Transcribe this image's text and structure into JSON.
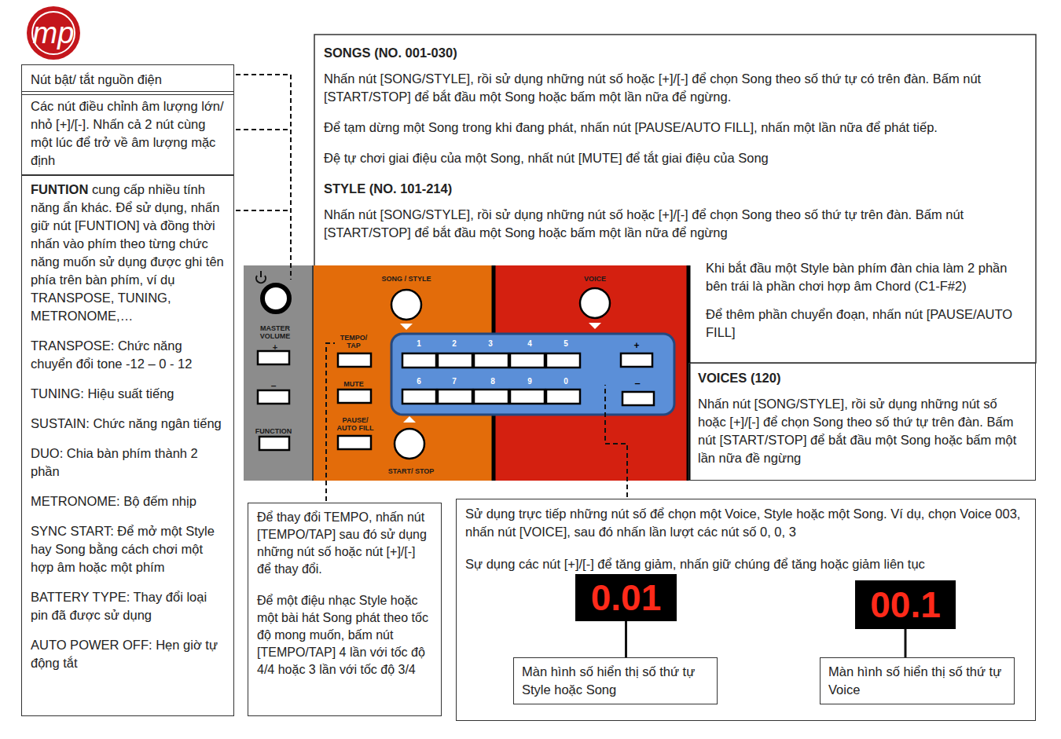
{
  "diagram": {
    "nodes": [
      {
        "text": [
          "Nút bật/ tắt nguồn điện"
        ]
      },
      {
        "text": [
          "Các nút điều chỉnh âm lượng lớn/ nhỏ [+]/[-]. Nhấn cả 2 nút cùng một lúc để trở về âm lượng mặc định"
        ]
      },
      {
        "text": [
          "FUNTION",
          "cung cấp nhiều tính năng ẩn khác. Để sử dụng, nhấn giữ nút [FUNTION] và đồng thời nhấn vào phím theo từng chức năng muốn sử dụng được ghi tên phía trên bàn phím, ví dụ TRANSPOSE, TUNING, METRONOME,…",
          "TRANSPOSE: Chức năng chuyển đổi tone -12 – 0 - 12",
          "TUNING: Hiệu suất tiếng",
          "SUSTAIN: Chức năng ngân tiếng",
          "DUO: Chia bàn phím thành 2 phần",
          "METRONOME: Bộ đếm nhịp",
          "SYNC START: Để mở một Style hay Song bằng cách chơi một hợp âm hoặc một phím",
          "BATTERY TYPE: Thay đổi loại pin đã được sử dụng",
          "AUTO POWER OFF: Hẹn giờ tự động tắt"
        ]
      },
      {
        "text": [
          "SONGS (NO. 001-030)",
          "Nhấn nút [SONG/STYLE], rồi sử dụng những nút số hoặc [+]/[-] để chọn Song theo số thứ tự có trên đàn. Bấm nút [START/STOP] để bắt đầu một Song hoặc bấm một lần nữa để ngừng.",
          "Để tạm dừng một Song trong khi đang phát, nhấn nút [PAUSE/AUTO FILL], nhấn một lần nữa để phát tiếp.",
          "Đệ tự chơi giai điệu của một Song, nhất nút [MUTE] để tắt giai điệu của Song",
          "STYLE (NO. 101-214)",
          "Nhấn nút [SONG/STYLE], rồi sử dụng những nút số hoặc [+]/[-] để chọn Song theo số thứ tự trên đàn. Bấm nút [START/STOP] để bắt đầu một Song hoặc bấm một lần nữa để ngừng",
          "Khi bắt đầu một Style bàn phím đàn chia làm 2 phần bên trái là phần chơi hợp âm Chord (C1-F#2)",
          "Để thêm phần chuyển đoạn, nhấn nút [PAUSE/AUTO FILL]"
        ]
      },
      {
        "text": [
          "VOICES (120)",
          "Nhấn nút [SONG/STYLE], rồi sử dụng những nút số hoặc [+]/[-] để chọn Song theo số thứ tự trên đàn. Bấm nút [START/STOP] để bắt đầu một Song hoặc bấm một lần nữa đề ngừng"
        ]
      },
      {
        "text": [
          "Để thay đổi TEMPO, nhấn nút [TEMPO/TAP] sau đó sử dụng những nút số hoặc nút [+]/[-] để thay đổi.",
          "Để một điệu nhạc Style hoặc một bài hát Song phát theo tốc độ mong muốn, bấm nút [TEMPO/TAP] 4 lần với tốc độ 4/4 hoặc 3 lần với tốc độ 3/4"
        ]
      },
      {
        "text": [
          "Sử dụng trực tiếp những nút số để chọn một Voice, Style hoặc một Song. Ví dụ, chọn Voice 003, nhấn nút [VOICE], sau đó nhấn lần lượt các nút số 0, 0, 3",
          "Sự dụng các nút [+]/[-] để tăng giảm, nhấn giữ chúng để tăng hoặc giảm liên tục"
        ]
      },
      {
        "text": [
          "0.01"
        ],
        "in": 6
      },
      {
        "text": [
          "Màn hình số hiển thị số thứ tự Style hoặc Song"
        ],
        "in": 6
      },
      {
        "text": [
          "00.1"
        ],
        "in": 6
      },
      {
        "text": [
          "Màn hình số hiển thị số thứ tự Voice"
        ],
        "in": 6
      }
    ],
    "edges": [
      {
        "from": 7,
        "to": 8,
        "arrow": "none"
      },
      {
        "from": 9,
        "to": 10,
        "arrow": "none"
      }
    ],
    "labels": [
      "mp",
      "MASTER VOLUME",
      "+",
      "–",
      "FUNCTION",
      "SONG / STYLE",
      "TEMPO/ TAP",
      "MUTE",
      "PAUSE/ AUTO FILL",
      "START/ STOP",
      "VOICE",
      "1",
      "2",
      "3",
      "4",
      "5",
      "6",
      "7",
      "8",
      "9",
      "0",
      "+",
      "–"
    ]
  }
}
